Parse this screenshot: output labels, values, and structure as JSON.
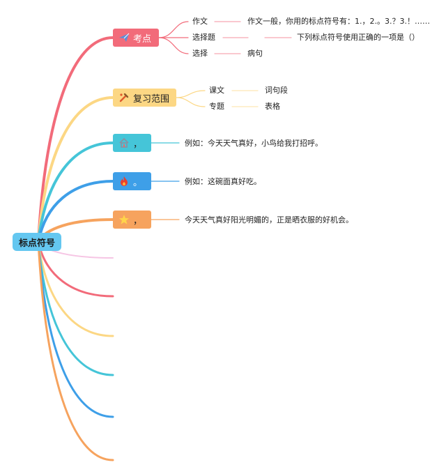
{
  "root": {
    "label": "标点符号"
  },
  "topics": [
    {
      "label": "考点",
      "icon": "paper-plane-icon",
      "color": "#f26b7a",
      "children": [
        {
          "label": "作文",
          "children": [
            "作文一般，你用的标点符号有：1.，2.。3.？3.！……"
          ]
        },
        {
          "label": "选择题",
          "children": [
            "下列标点符号使用正确的一项是（）"
          ]
        },
        {
          "label": "选择",
          "children": [
            "病句"
          ]
        }
      ]
    },
    {
      "label": "复习范围",
      "icon": "tools-icon",
      "color": "#fcd784",
      "children": [
        {
          "label": "课文",
          "children": [
            "词句段"
          ]
        },
        {
          "label": "专题",
          "children": [
            "表格"
          ]
        }
      ]
    },
    {
      "label": "，",
      "icon": "home-icon",
      "color": "#45c5d8",
      "children": [
        {
          "label": "例如：今天天气真好，小鸟给我打招呼。",
          "children": []
        }
      ]
    },
    {
      "label": "。",
      "icon": "fire-icon",
      "color": "#3e9fe8",
      "children": [
        {
          "label": "例如：这碗面真好吃。",
          "children": []
        }
      ]
    },
    {
      "label": "，",
      "icon": "star-icon",
      "color": "#f6a35e",
      "children": [
        {
          "label": "今天天气真好阳光明媚的，正是晒衣服的好机会。",
          "children": []
        }
      ]
    }
  ],
  "empty_branch_colors": [
    "#f6c5e4",
    "#f26b7a",
    "#fcd784",
    "#45c5d8",
    "#3e9fe8",
    "#f6a35e"
  ]
}
